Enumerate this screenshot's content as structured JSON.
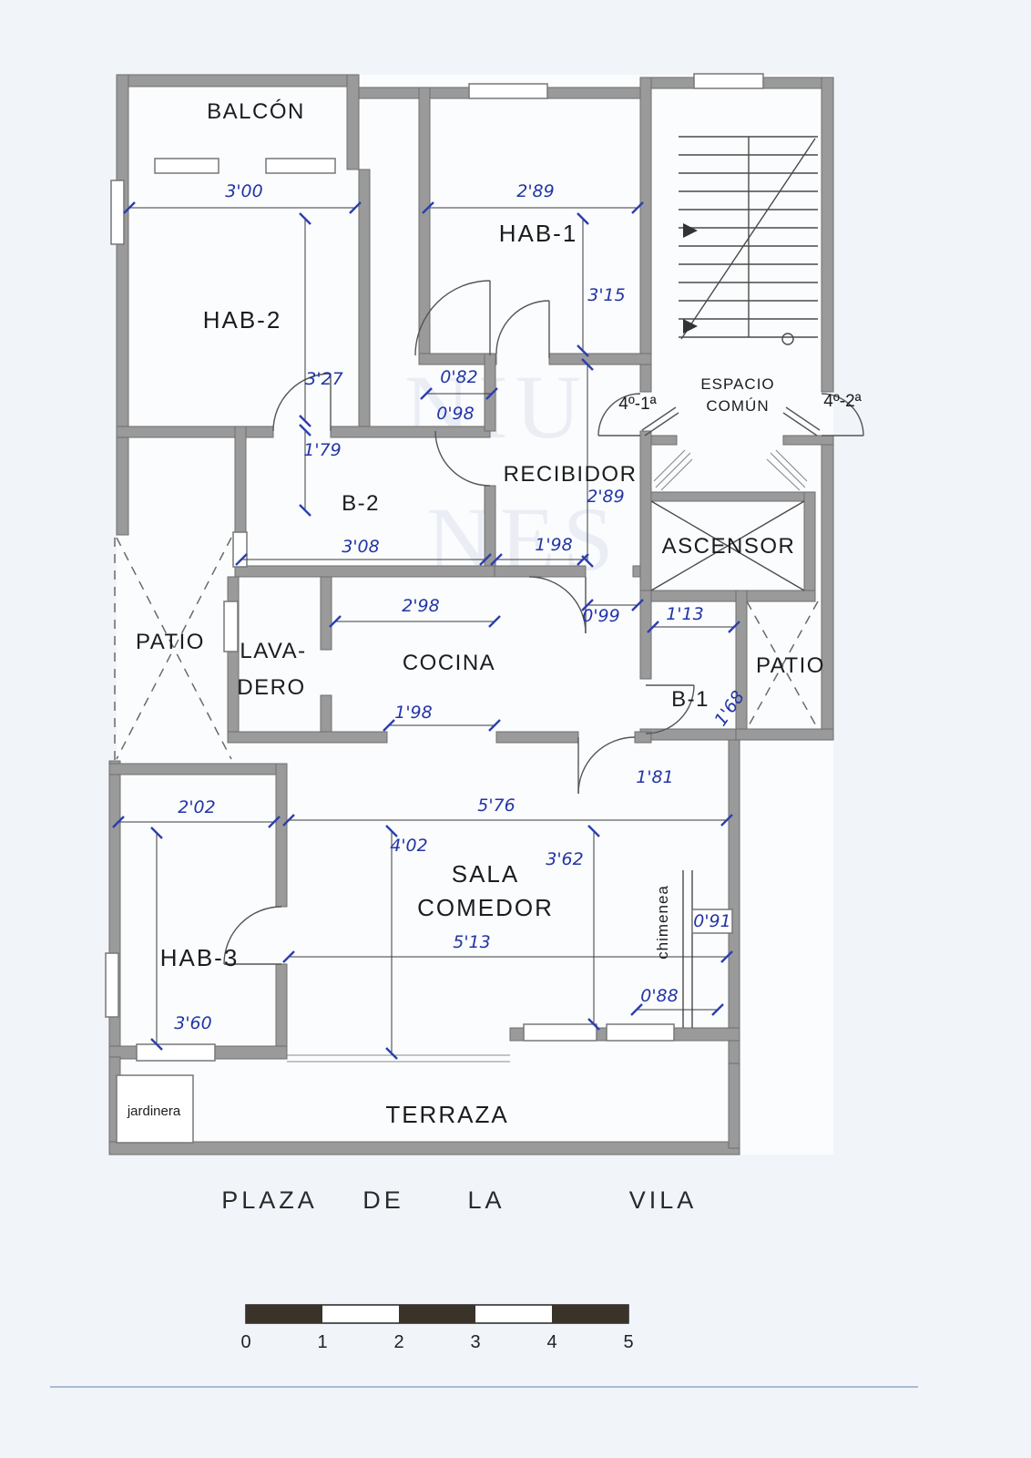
{
  "plan": {
    "rooms": {
      "balcon": "BALCÓN",
      "hab1": "HAB-1",
      "hab2": "HAB-2",
      "hab3": "HAB-3",
      "recibidor": "RECIBIDOR",
      "b2": "B-2",
      "b1": "B-1",
      "espacio_comun_line1": "ESPACIO",
      "espacio_comun_line2": "COMÚN",
      "ascensor": "ASCENSOR",
      "patio_left": "PATIO",
      "patio_right": "PATIO",
      "lavadero_line1": "LAVA-",
      "lavadero_line2": "DERO",
      "cocina": "COCINA",
      "sala_line1": "SALA",
      "sala_line2": "COMEDOR",
      "terraza": "TERRAZA",
      "chimenea": "chimenea",
      "jardinera": "jardinera"
    },
    "units": {
      "u1": "4º-1ª",
      "u2": "4º-2ª"
    },
    "dimensions": {
      "balcon_w": "3'00",
      "hab1_w": "2'89",
      "hab1_d": "3'15",
      "hab2_d": "3'27",
      "pas_w": "0'82",
      "pas_d": "0'98",
      "b2_left": "1'79",
      "recibidor_d": "2'89",
      "b2_w": "3'08",
      "recibidor_w": "1'98",
      "cocina_w": "2'98",
      "paso_w": "0'99",
      "b1_w": "1'13",
      "cocina_open": "1'98",
      "b1_d": "1'68",
      "sala_door": "1'81",
      "hab3_w": "2'02",
      "sala_w": "5'76",
      "sala_d": "4'02",
      "sala_d2": "3'62",
      "sala_w2": "5'13",
      "chimenea_w": "0'91",
      "chimenea_s": "0'88",
      "hab3_d": "3'60"
    },
    "street": {
      "w1": "PLAZA",
      "w2": "DE",
      "w3": "LA",
      "w4": "VILA"
    },
    "scale": {
      "t0": "0",
      "t1": "1",
      "t2": "2",
      "t3": "3",
      "t4": "4",
      "t5": "5"
    },
    "watermark": {
      "line1": "NIU",
      "line2": "NES"
    },
    "colors": {
      "wall": "#9a9a9a",
      "dimension": "#2335a5",
      "paper": "#f1f4f9"
    }
  }
}
